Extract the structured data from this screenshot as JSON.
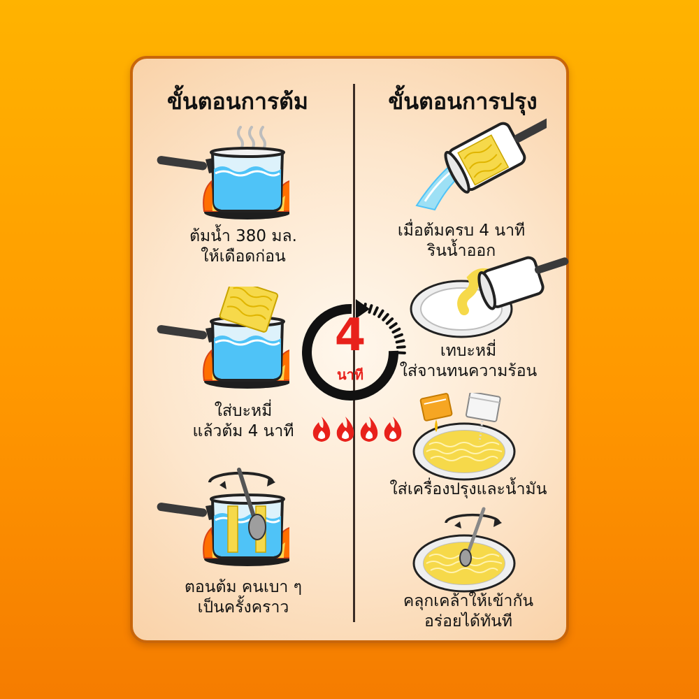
{
  "boil_section": {
    "title": "ขั้นตอนการต้ม",
    "steps": [
      {
        "line1": "ต้มน้ำ 380 มล.",
        "line2": "ให้เดือดก่อน",
        "icon": "boiling-pot-icon"
      },
      {
        "line1": "ใส่บะหมี่",
        "line2": "แล้วต้ม 4 นาที",
        "icon": "pot-with-noodles-icon"
      },
      {
        "line1": "ตอนต้ม คนเบา ๆ",
        "line2": "เป็นครั้งคราว",
        "icon": "stirring-pot-icon"
      }
    ]
  },
  "prep_section": {
    "title": "ขั้นตอนการปรุง",
    "steps": [
      {
        "line1": "เมื่อต้มครบ 4 นาที",
        "line2": "รินน้ำออก",
        "icon": "draining-pot-icon"
      },
      {
        "line1": "เทบะหมี่",
        "line2": "ใส่จานทนความร้อน",
        "icon": "pouring-noodles-plate-icon"
      },
      {
        "line1": "ใส่เครื่องปรุงและน้ำมัน",
        "line2": "",
        "icon": "seasoning-plate-icon"
      },
      {
        "line1": "คลุกเคล้าให้เข้ากัน",
        "line2": "อร่อยได้ทันที",
        "icon": "mixing-plate-icon"
      }
    ]
  },
  "timer": {
    "number": "4",
    "unit": "นาที",
    "flame_count": 4
  },
  "colors": {
    "background": "#FF9800",
    "card": "#FDE6CC",
    "card_border": "#C9660A",
    "timer_red": "#E8211B",
    "flame_orange": "#FF6F00",
    "water_blue": "#4FC3F7",
    "noodle_yellow": "#F6D94A"
  }
}
